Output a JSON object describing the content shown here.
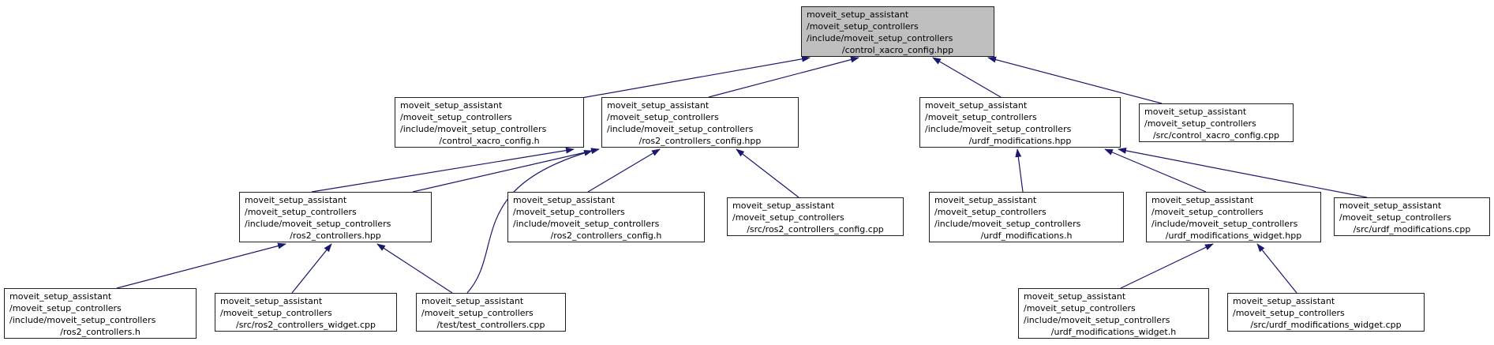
{
  "diagram": {
    "kind": "include-dependency-graph",
    "colors": {
      "edge": "#191970",
      "root_fill": "#bfbfbf",
      "node_fill": "#ffffff",
      "node_border": "#202020",
      "text": "#000000"
    }
  },
  "nodes": {
    "root": {
      "lines": [
        "moveit_setup_assistant",
        "/moveit_setup_controllers",
        "/include/moveit_setup_controllers",
        "/control_xacro_config.hpp"
      ]
    },
    "control_xacro_config_h": {
      "lines": [
        "moveit_setup_assistant",
        "/moveit_setup_controllers",
        "/include/moveit_setup_controllers",
        "/control_xacro_config.h"
      ]
    },
    "ros2_controllers_config_hpp": {
      "lines": [
        "moveit_setup_assistant",
        "/moveit_setup_controllers",
        "/include/moveit_setup_controllers",
        "/ros2_controllers_config.hpp"
      ]
    },
    "urdf_modifications_hpp": {
      "lines": [
        "moveit_setup_assistant",
        "/moveit_setup_controllers",
        "/include/moveit_setup_controllers",
        "/urdf_modifications.hpp"
      ]
    },
    "src_control_xacro_config_cpp": {
      "lines": [
        "moveit_setup_assistant",
        "/moveit_setup_controllers",
        "/src/control_xacro_config.cpp"
      ]
    },
    "ros2_controllers_hpp": {
      "lines": [
        "moveit_setup_assistant",
        "/moveit_setup_controllers",
        "/include/moveit_setup_controllers",
        "/ros2_controllers.hpp"
      ]
    },
    "ros2_controllers_config_h": {
      "lines": [
        "moveit_setup_assistant",
        "/moveit_setup_controllers",
        "/include/moveit_setup_controllers",
        "/ros2_controllers_config.h"
      ]
    },
    "src_ros2_controllers_config_cpp": {
      "lines": [
        "moveit_setup_assistant",
        "/moveit_setup_controllers",
        "/src/ros2_controllers_config.cpp"
      ]
    },
    "urdf_modifications_h": {
      "lines": [
        "moveit_setup_assistant",
        "/moveit_setup_controllers",
        "/include/moveit_setup_controllers",
        "/urdf_modifications.h"
      ]
    },
    "urdf_modifications_widget_hpp": {
      "lines": [
        "moveit_setup_assistant",
        "/moveit_setup_controllers",
        "/include/moveit_setup_controllers",
        "/urdf_modifications_widget.hpp"
      ]
    },
    "src_urdf_modifications_cpp": {
      "lines": [
        "moveit_setup_assistant",
        "/moveit_setup_controllers",
        "/src/urdf_modifications.cpp"
      ]
    },
    "ros2_controllers_h": {
      "lines": [
        "moveit_setup_assistant",
        "/moveit_setup_controllers",
        "/include/moveit_setup_controllers",
        "/ros2_controllers.h"
      ]
    },
    "src_ros2_controllers_widget_cpp": {
      "lines": [
        "moveit_setup_assistant",
        "/moveit_setup_controllers",
        "/src/ros2_controllers_widget.cpp"
      ]
    },
    "test_test_controllers_cpp": {
      "lines": [
        "moveit_setup_assistant",
        "/moveit_setup_controllers",
        "/test/test_controllers.cpp"
      ]
    },
    "urdf_modifications_widget_h": {
      "lines": [
        "moveit_setup_assistant",
        "/moveit_setup_controllers",
        "/include/moveit_setup_controllers",
        "/urdf_modifications_widget.h"
      ]
    },
    "src_urdf_modifications_widget_cpp": {
      "lines": [
        "moveit_setup_assistant",
        "/moveit_setup_controllers",
        "/src/urdf_modifications_widget.cpp"
      ]
    }
  },
  "edges": [
    {
      "from": "control_xacro_config_h",
      "to": "root"
    },
    {
      "from": "ros2_controllers_config_hpp",
      "to": "root"
    },
    {
      "from": "urdf_modifications_hpp",
      "to": "root"
    },
    {
      "from": "src_control_xacro_config_cpp",
      "to": "root"
    },
    {
      "from": "ros2_controllers_hpp",
      "to": "control_xacro_config_h"
    },
    {
      "from": "ros2_controllers_hpp",
      "to": "ros2_controllers_config_hpp"
    },
    {
      "from": "ros2_controllers_config_h",
      "to": "ros2_controllers_config_hpp"
    },
    {
      "from": "src_ros2_controllers_config_cpp",
      "to": "ros2_controllers_config_hpp"
    },
    {
      "from": "test_test_controllers_cpp",
      "to": "ros2_controllers_config_hpp"
    },
    {
      "from": "urdf_modifications_h",
      "to": "urdf_modifications_hpp"
    },
    {
      "from": "urdf_modifications_widget_hpp",
      "to": "urdf_modifications_hpp"
    },
    {
      "from": "src_urdf_modifications_cpp",
      "to": "urdf_modifications_hpp"
    },
    {
      "from": "ros2_controllers_h",
      "to": "ros2_controllers_hpp"
    },
    {
      "from": "src_ros2_controllers_widget_cpp",
      "to": "ros2_controllers_hpp"
    },
    {
      "from": "test_test_controllers_cpp",
      "to": "ros2_controllers_hpp"
    },
    {
      "from": "urdf_modifications_widget_h",
      "to": "urdf_modifications_widget_hpp"
    },
    {
      "from": "src_urdf_modifications_widget_cpp",
      "to": "urdf_modifications_widget_hpp"
    }
  ]
}
